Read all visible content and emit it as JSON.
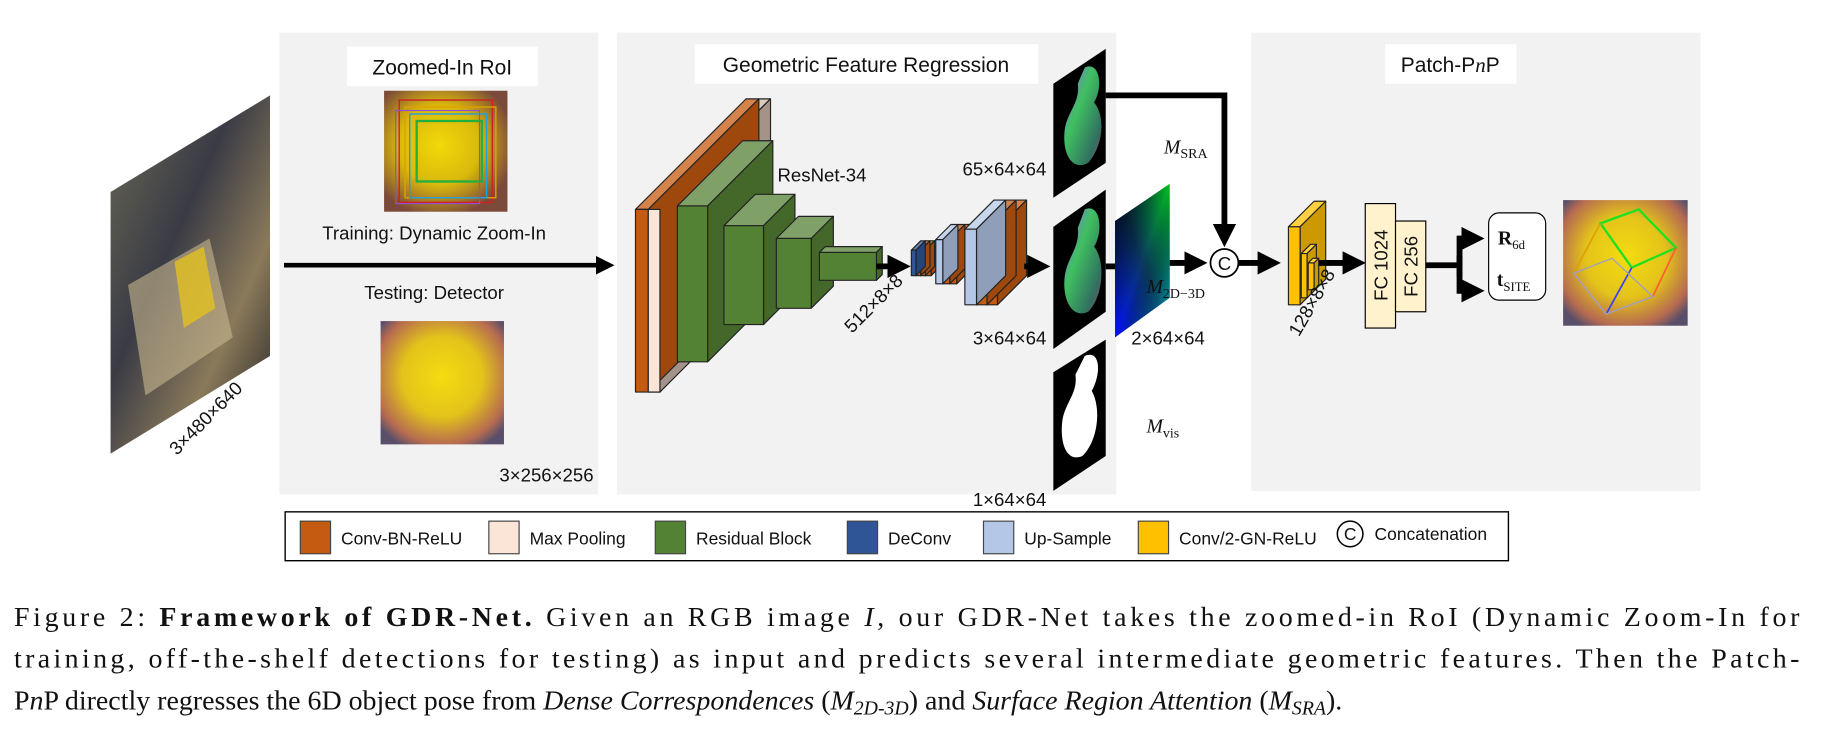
{
  "panels": {
    "roi": {
      "title": "Zoomed-In RoI",
      "training": "Training: Dynamic Zoom-In",
      "testing": "Testing: Detector",
      "size": "3×256×256"
    },
    "gfr": {
      "title": "Geometric Feature Regression",
      "backbone": "ResNet-34",
      "enc_size": "512×8×8",
      "sra_size": "65×64×64",
      "xyz_size": "3×64×64",
      "corr_size": "2×64×64",
      "mask_size": "1×64×64"
    },
    "pnp": {
      "title_pre": "Patch-P",
      "title_n": "n",
      "title_post": "P",
      "feat_size": "128×8×8",
      "fc1": "FC 1024",
      "fc2": "FC 256",
      "concat": "C"
    }
  },
  "input": {
    "size": "3×480×640"
  },
  "math": {
    "M": "M",
    "sra": "SRA",
    "corr": "2D−3D",
    "vis": "vis",
    "R": "R",
    "r_sub": "6d",
    "t": "t",
    "t_sub": "SITE"
  },
  "legend": [
    {
      "label": "Conv-BN-ReLU",
      "color": "#c55a11"
    },
    {
      "label": "Max Pooling",
      "color": "#fbe5d6"
    },
    {
      "label": "Residual Block",
      "color": "#548235"
    },
    {
      "label": "DeConv",
      "color": "#2f5597"
    },
    {
      "label": "Up-Sample",
      "color": "#b4c7e7"
    },
    {
      "label": "Conv/2-GN-ReLU",
      "color": "#ffc000"
    },
    {
      "label": "Concatenation",
      "symbol": "C"
    }
  ],
  "caption": {
    "l1_a": "Figure 2:  ",
    "l1_b": "Framework of GDR-Net.",
    "l1_c": " Given an RGB image ",
    "l1_d": "I",
    "l1_e": ", our GDR-Net takes the zoomed-in RoI (Dynamic Zoom-In for",
    "l2": "training, off-the-shelf detections for testing) as input and predicts several intermediate geometric features.  Then the Patch-",
    "l3_a": "P",
    "l3_b": "n",
    "l3_c": "P directly regresses the 6D object pose from ",
    "l3_d": "Dense Correspondences",
    "l3_e": " (",
    "l3_f": "M",
    "l3_g": "2D-3D",
    "l3_h": ") and ",
    "l3_i": "Surface Region Attention",
    "l3_j": " (",
    "l3_k": "M",
    "l3_l": "SRA",
    "l3_m": ")."
  }
}
